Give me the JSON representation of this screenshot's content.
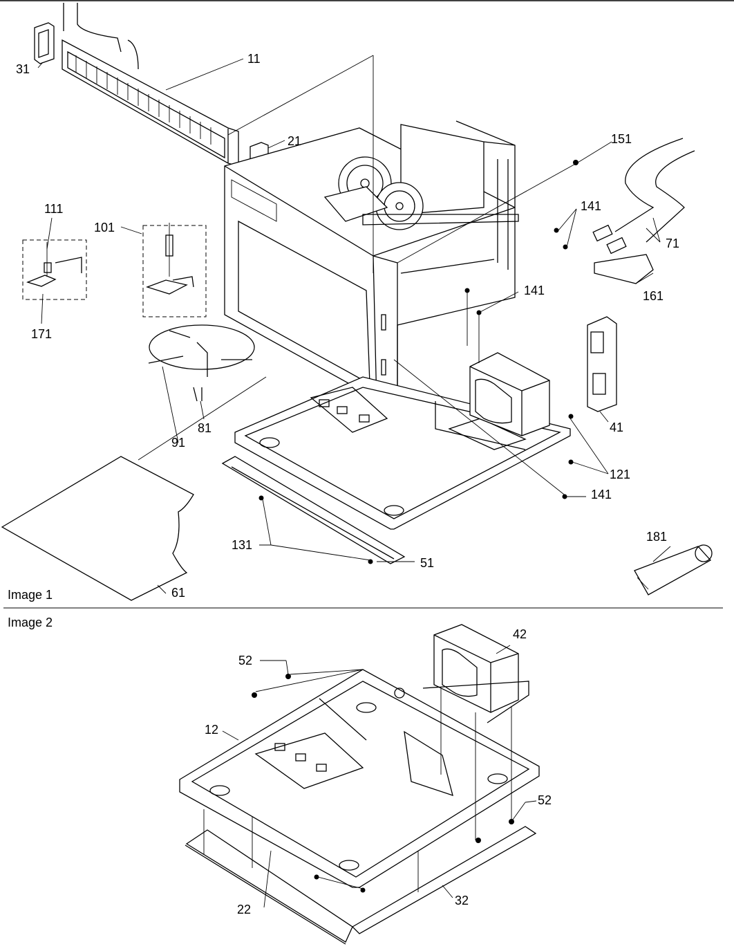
{
  "panels": [
    {
      "id": "image1",
      "label": "Image 1"
    },
    {
      "id": "image2",
      "label": "Image 2"
    }
  ],
  "callouts_image1": [
    "11",
    "21",
    "31",
    "41",
    "51",
    "61",
    "71",
    "81",
    "91",
    "101",
    "111",
    "121",
    "131",
    "141",
    "141",
    "141",
    "141",
    "151",
    "161",
    "171",
    "181"
  ],
  "callouts_image2": [
    "12",
    "22",
    "32",
    "42",
    "52",
    "52"
  ]
}
